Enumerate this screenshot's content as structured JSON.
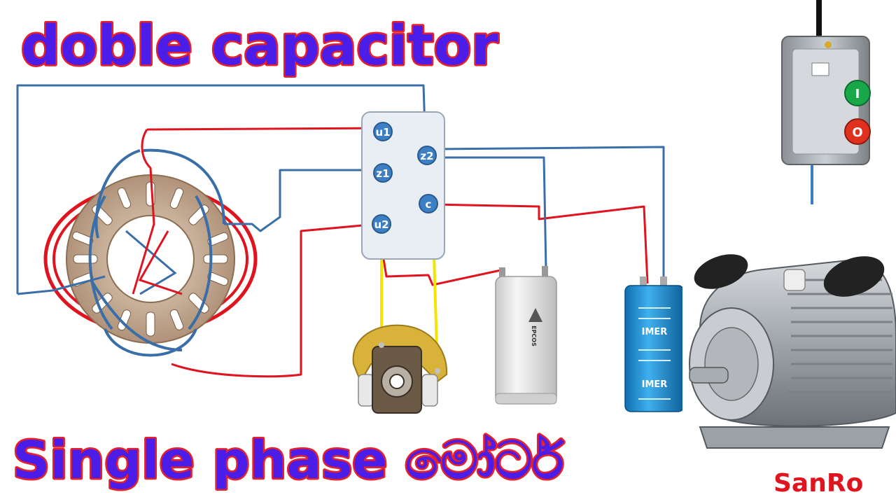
{
  "title_top": "doble capacitor",
  "title_bottom": "Single phase මෝටර්",
  "watermark": "SanRo",
  "terminals": {
    "u1": "u1",
    "z1": "z1",
    "u2": "u2",
    "z2": "z2",
    "c": "c"
  },
  "run_capacitor": {
    "brand": "EPCOS"
  },
  "start_capacitor": {
    "brand": "IMER",
    "brand_2": "IMER"
  },
  "starter_switch": {
    "on_symbol": "I",
    "off_symbol": "O"
  },
  "colors": {
    "title_fill": "#4a1ee8",
    "title_outline": "#e8202a",
    "wire_red": "#e0141e",
    "wire_blue": "#3a6ea8",
    "wire_yellow": "#f5e400",
    "terminal": "#3d7fc4",
    "terminal_box": "#e8eef4",
    "start_cap_blue": "#1f8fd6",
    "on_green": "#18a84a",
    "off_red": "#e0301e",
    "watermark_red": "#e0141e"
  }
}
